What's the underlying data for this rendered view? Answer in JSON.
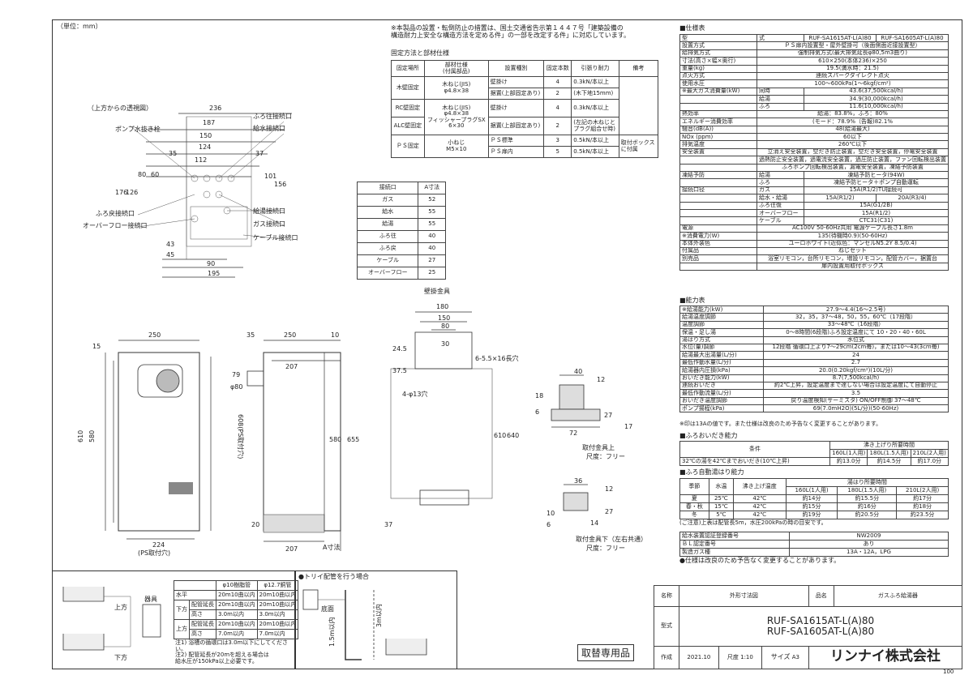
{
  "unit_note": "（単位：mm）",
  "page_no": "100",
  "top_note": [
    "※本製品の設置・転倒防止の措置は、国土交通省告示第１４４７号「建築設備の",
    "構造耐力上安全な構造方法を定める件」の一部を改定する件」に対応しています。"
  ],
  "fixing": {
    "title": "固定方法と部材仕様",
    "headers": [
      "固定場所",
      "部材仕様\n(付属部品)",
      "設置種別",
      "固定本数",
      "引張り耐力",
      "備考"
    ],
    "rows": [
      [
        "木壁固定",
        "木ねじ(JIS)\nφ4.8×38",
        "壁掛け",
        "4",
        "0.3kN/本以上",
        ""
      ],
      [
        "",
        "",
        "据置(上部固定あり)",
        "2",
        "(木下地15mm)",
        ""
      ],
      [
        "RC壁固定",
        "木ねじ(JIS)\nφ4.8×38",
        "壁掛け",
        "4",
        "0.3kN/本以上",
        ""
      ],
      [
        "ALC壁固定",
        "フィッシャープラグSX\n6×30",
        "据置(上部固定あり)",
        "2",
        "(左記の木ねじと\nプラグ組合せ時)",
        ""
      ],
      [
        "ＰＳ固定",
        "小ねじ\nM5×10",
        "ＰＳ標準",
        "3",
        "0.5kN/本以上",
        "取付ボックス\nに付属"
      ],
      [
        "",
        "",
        "ＰＳ扉内",
        "5",
        "0.5kN/本以上",
        ""
      ]
    ]
  },
  "top_view": {
    "title": "（上方からの透視図）",
    "labels": [
      "ポンプ水抜き栓",
      "ふろ往接続口",
      "給水接続口",
      "ふろ戻接続口",
      "オーバーフロー接続口",
      "給湯接続口",
      "ガス接続口",
      "ケーブル接続口"
    ],
    "dims": [
      "236",
      "187",
      "150",
      "124",
      "112",
      "35",
      "37",
      "101",
      "156",
      "176",
      "126",
      "80",
      "60",
      "43",
      "45",
      "195",
      "90"
    ]
  },
  "connection_table": {
    "headers": [
      "接続口",
      "A寸法"
    ],
    "rows": [
      [
        "ガス",
        "52"
      ],
      [
        "給水",
        "55"
      ],
      [
        "給湯",
        "55"
      ],
      [
        "ふろ往",
        "40"
      ],
      [
        "ふろ戻",
        "40"
      ],
      [
        "ケーブル",
        "27"
      ],
      [
        "オーバーフロー",
        "25"
      ]
    ]
  },
  "front_view": {
    "dims": [
      "250",
      "15",
      "610",
      "580",
      "608(PS取付穴)",
      "224",
      "(PS取付穴)"
    ]
  },
  "side_view": {
    "dims": [
      "35",
      "250",
      "10",
      "207",
      "79",
      "φ80",
      "655",
      "580",
      "20",
      "207",
      "A寸法"
    ]
  },
  "bracket": {
    "title": "壁掛金具",
    "dims": [
      "180",
      "150",
      "80",
      "30",
      "24.5",
      "37.5",
      "6-5.5×16長穴",
      "4-φ13穴",
      "610",
      "640",
      "37"
    ],
    "upper_title": "取付金具上",
    "upper_scale": "尺度：フリー",
    "upper_dims": [
      "40",
      "12",
      "18",
      "6",
      "27",
      "72",
      "17"
    ],
    "lower_title": "取付金具下（左右共通）",
    "lower_scale": "尺度：フリー",
    "lower_dims": [
      "36",
      "12",
      "10",
      "6",
      "14",
      "27"
    ]
  },
  "pipe_table": {
    "headers": [
      "",
      "φ10樹脂管",
      "φ12.7銅管"
    ],
    "rows": [
      [
        "水平",
        "20m10曲以内",
        "20m10曲以内"
      ],
      [
        "下方",
        "配管延長",
        "20m10曲以内",
        "20m10曲以内"
      ],
      [
        "",
        "高さ",
        "3.0m以内",
        "3.0m以内"
      ],
      [
        "上方",
        "配管延長",
        "20m10曲以内",
        "20m10曲以内"
      ],
      [
        "",
        "高さ",
        "7.0m以内",
        "7.0m以内"
      ]
    ],
    "notes": [
      "注1) 浴槽の循環口は3.0m以下にしてください。",
      "注2) 配管延長が20mを超える場合は",
      "給水圧が150kPa以上必要です。"
    ],
    "labels": [
      "上方",
      "下方",
      "器具"
    ]
  },
  "trough": {
    "title": "●トリイ配管を行う場合",
    "labels": [
      "底面",
      "1.5m以内",
      "3m以内"
    ]
  },
  "replacement": "取替専用品",
  "spec": {
    "title": "■仕様表",
    "rows": [
      [
        "型",
        "式",
        "RUF-SA1615AT-L(A)80",
        "RUF-SA1605AT-L(A)80"
      ],
      [
        "設置方式",
        "ＰＳ扉内設置型・屋外壁掛可（後面側面近接設置型）"
      ],
      [
        "給排気方式",
        "強制排気方式(最大排気延長φ80,5m3曲り)"
      ],
      [
        "寸法(高さ×幅×奥行)",
        "610×250(本体236)×250"
      ],
      [
        "重量(kg)",
        "19.5(満水時：21.5)"
      ],
      [
        "点火方式",
        "連続スパークダイレクト点火"
      ],
      [
        "使用水圧",
        "100〜600kPa(1〜6kgf/cm²)"
      ],
      [
        "※最大ガス消費量(kW)",
        "同時",
        "43.6(37,500kcal/h)"
      ],
      [
        "",
        "給湯",
        "34.9(30,000kcal/h)"
      ],
      [
        "",
        "ふろ",
        "11.6(10,000kcal/h)"
      ],
      [
        "熱効率",
        "給湯：83.8%，ふろ：80%"
      ],
      [
        "エネルギー消費効率",
        "(モード：78.9%（告報)82.1%"
      ],
      [
        "騒音(dB(A))",
        "48(給湯最大)"
      ],
      [
        "NOx (ppm)",
        "60以下"
      ],
      [
        "排気温度",
        "260℃以下"
      ],
      [
        "安全装置",
        "立消え安全装置，空だき防止装置，空だき安全装置，停電安全装置"
      ],
      [
        "",
        "過熱防止安全装置，過電流安全装置，過圧防止装置，ファン回転検出装置"
      ],
      [
        "",
        "ふろポンプ回転検出装置，漏電安全装置，凍結予防装置"
      ],
      [
        "凍結予防",
        "給湯",
        "凍結予防ヒータ(94W)"
      ],
      [
        "",
        "ふろ",
        "凍結予防ヒータ＋ポンプ自動運転"
      ],
      [
        "接続口径",
        "ガス",
        "15A(R1/2)TU接続可"
      ],
      [
        "",
        "給水・給湯",
        "15A(R1/2)",
        "20A(R3/4)"
      ],
      [
        "",
        "ふろ往復",
        "15A(G1/2B)"
      ],
      [
        "",
        "オーバーフロー",
        "15A(R1/2)"
      ],
      [
        "",
        "ケーブル",
        "CTC31(C31)"
      ],
      [
        "電源",
        "AC100V 50-60Hz共用 電源ケーブル長さ1.8m"
      ],
      [
        "※消費電力(W)",
        "135(待機時0.9)(50-60Hz)"
      ],
      [
        "本体外装色",
        "ユーロホワイト(近似色：マンセルN5.2Y 8.5/0.4)"
      ],
      [
        "付属品",
        "ねじセット"
      ],
      [
        "別売品",
        "浴室リモコン，台所リモコン，増設リモコン，配管カバー，据置台"
      ],
      [
        "",
        "扉内設置用取付ボックス"
      ]
    ]
  },
  "performance": {
    "title": "■能力表",
    "rows": [
      [
        "※給湯能力(kW)",
        "27.9〜4.4(16〜2.5号)"
      ],
      [
        "給湯温度調節",
        "32，35，37〜48，50，55，60℃（17段階）"
      ],
      [
        "温度調節",
        "33〜48℃（16段階）"
      ],
      [
        "保温・足し湯",
        "0〜8時間(6段階)ふろ設定温度にて 10・20・40・60L"
      ],
      [
        "湯はり方式",
        "水位式"
      ],
      [
        "水位(量)調節",
        "12段階 循環口上より7〜29cm(2cm毎)，または10〜43(3cm毎)"
      ],
      [
        "給湯最大出湯量(L/分)",
        "24"
      ],
      [
        "最低作動水量(L/分)",
        "2.7"
      ],
      [
        "給湯器内圧損(kPa)",
        "20.0(0.20kgf/cm²)(10L/分)"
      ],
      [
        "おいだき能力(kW)",
        "8.7(7,500kcal/h)"
      ],
      [
        "連続おいだき",
        "約2℃上昇，設定温度まで達しない場合は設定温度にて自動停止"
      ],
      [
        "最低作動流量(L/分)",
        "3.5"
      ],
      [
        "おいだき温度調節",
        "戻り温度検知(サーミスタ) ON/OFF制御 37〜48℃"
      ],
      [
        "ポンプ揚程(kPa)",
        "69(7.0mH2O)(5L/分)(50-60Hz)"
      ]
    ],
    "note": "※印は13Aの値です。また仕様は改良のため予告なく変更することがあります。"
  },
  "reheat": {
    "title": "■ふろおいだき能力",
    "headers": [
      "条件",
      "沸き上げり所要時間"
    ],
    "subheaders": [
      "160L(1人用)",
      "180L(1.5人用)",
      "210L(2人用)"
    ],
    "row": [
      "32℃の湯を42℃までおいだき(10℃上昇)",
      "約13.0分",
      "約14.5分",
      "約17.0分"
    ]
  },
  "filling": {
    "title": "■ふろ自動湯はり能力",
    "headers": [
      "季節",
      "水温",
      "沸き上げ温度",
      "湯はり所要時間"
    ],
    "subheaders": [
      "160L(1人用)",
      "180L(1.5人用)",
      "210L(2人用)"
    ],
    "rows": [
      [
        "夏",
        "25℃",
        "42℃",
        "約14分",
        "約15.5分",
        "約17分"
      ],
      [
        "春・秋",
        "15℃",
        "42℃",
        "約15分",
        "約16分",
        "約18分"
      ],
      [
        "冬",
        "5℃",
        "42℃",
        "約19分",
        "約20.5分",
        "約23.5分"
      ]
    ],
    "note": "(ご注意)上表は配管長5m，水圧200kPaの時の目安です。"
  },
  "certs": {
    "rows": [
      [
        "給水装置認証登録番号",
        "NW2009"
      ],
      [
        "ＢＬ認定番号",
        "あり"
      ],
      [
        "製造ガス種",
        "13A・12A，LPG"
      ]
    ],
    "note": "●仕様は改良のため予告なく変更することがあります。"
  },
  "title_block": {
    "name_label": "名称",
    "name": "外形寸法図",
    "item_label": "品名",
    "item": "ガスふろ給湯器",
    "model_label": "型式",
    "model1": "RUF-SA1615AT-L(A)80",
    "model2": "RUF-SA1605AT-L(A)80",
    "made_label": "作成",
    "date": "2021.10",
    "scale_label": "尺度",
    "scale": "1:10",
    "size_label": "サイズ",
    "size": "A3",
    "company": "リンナイ株式会社"
  }
}
